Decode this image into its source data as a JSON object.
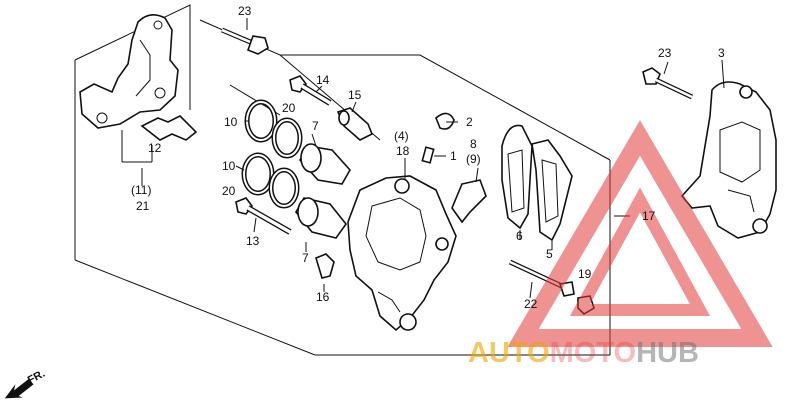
{
  "labels": {
    "p23a": "23",
    "p23b": "23",
    "p3": "3",
    "p14": "14",
    "p15": "15",
    "p10a": "10",
    "p10b": "10",
    "p20a": "20",
    "p20b": "20",
    "p7a": "7",
    "p7b": "7",
    "p2": "2",
    "p4": "(4)",
    "p18": "18",
    "p1": "1",
    "p8": "8",
    "p9": "(9)",
    "p12": "12",
    "p11": "(11)",
    "p21": "21",
    "p13": "13",
    "p16": "16",
    "p6": "6",
    "p5": "5",
    "p17": "17",
    "p19": "19",
    "p22": "22"
  },
  "direction": "FR.",
  "watermark": {
    "part1": "AUTO",
    "part2": "MOTO",
    "part3": "HUB",
    "color_red": "#e23a3a",
    "color_gold": "#f0a400",
    "color_gray": "#707070"
  }
}
